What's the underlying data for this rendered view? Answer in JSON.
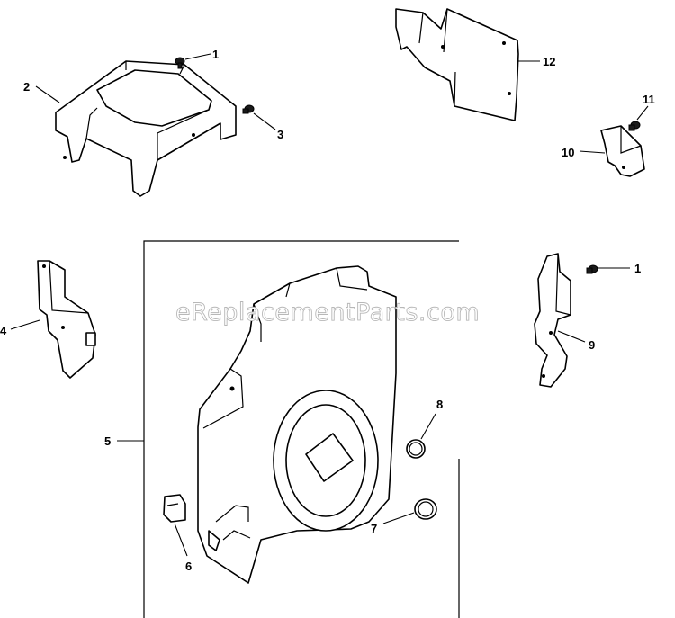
{
  "watermark": "eReplacementParts.com",
  "callouts": {
    "c1a": "1",
    "c2": "2",
    "c3": "3",
    "c12": "12",
    "c11": "11",
    "c10": "10",
    "c1b": "1",
    "c9": "9",
    "c4": "4",
    "c5": "5",
    "c8": "8",
    "c7": "7",
    "c6": "6"
  }
}
